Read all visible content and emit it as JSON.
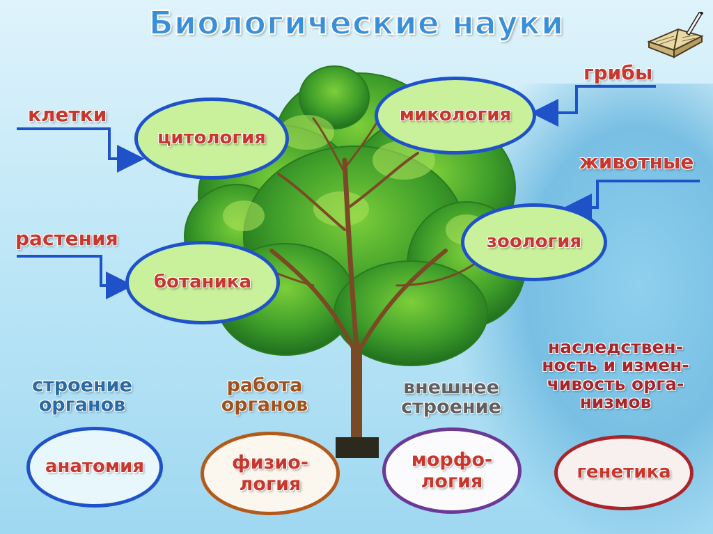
{
  "title": "Биологические науки",
  "colors": {
    "arrow": "#1f52c9",
    "oval_fill_green": "#c9f09a",
    "text_red": "#c8372d"
  },
  "top_ovals": [
    {
      "id": "cytology",
      "label": "цитология",
      "source": "клетки"
    },
    {
      "id": "mycology",
      "label": "микология",
      "source": "грибы"
    },
    {
      "id": "zoology",
      "label": "зоология",
      "source": "животные"
    },
    {
      "id": "botany",
      "label": "ботаника",
      "source": "растения"
    }
  ],
  "bottom_items": [
    {
      "id": "anatomy",
      "label": "анатомия",
      "caption": "строение\nорганов"
    },
    {
      "id": "physiology",
      "label": "физио-\nлогия",
      "caption": "работа\nорганов"
    },
    {
      "id": "morphology",
      "label": "морфо-\nлогия",
      "caption": "внешнее\nстроение"
    },
    {
      "id": "genetics",
      "label": "генетика",
      "caption": "наследствен-\nность и измен-\nчивость орга-\nнизмов"
    }
  ],
  "icons": {
    "book": "book-with-quill-icon",
    "tree": "tree-illustration"
  }
}
